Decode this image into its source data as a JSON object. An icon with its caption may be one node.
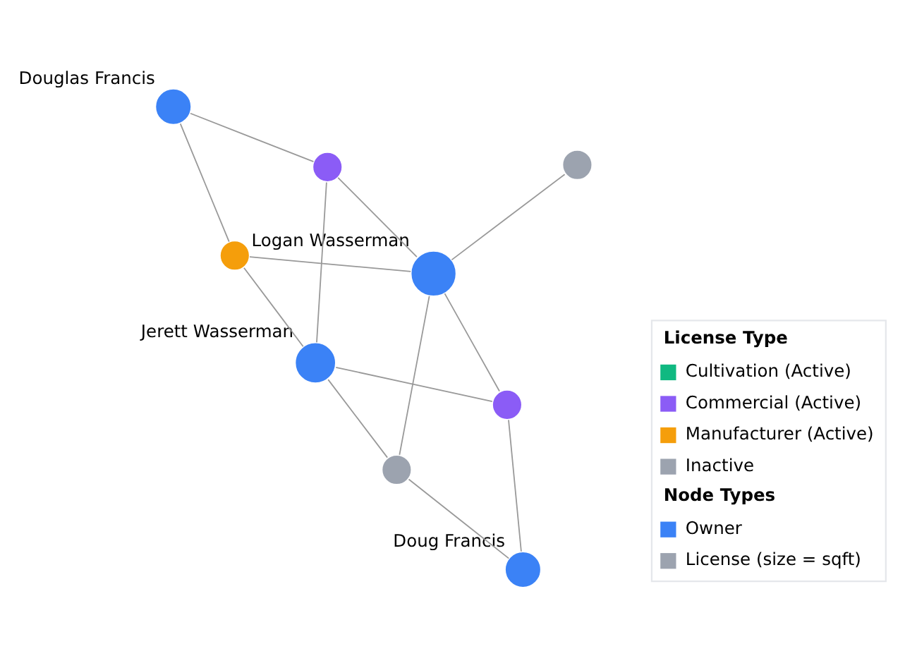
{
  "diagram": {
    "nodes": [
      {
        "text": [
          "Douglas Francis"
        ]
      },
      {
        "text": [],
        "shape": "circle"
      },
      {
        "text": [],
        "shape": "circle"
      },
      {
        "text": [
          "Logan Wasserman"
        ]
      },
      {
        "text": [],
        "shape": "circle"
      },
      {
        "text": [
          "Jerett Wasserman"
        ]
      },
      {
        "text": [],
        "shape": "circle"
      },
      {
        "text": [],
        "shape": "circle"
      },
      {
        "text": [
          "Doug Francis"
        ]
      }
    ],
    "edges": [
      {
        "from": 0,
        "to": 1,
        "arrow": "none"
      },
      {
        "from": 0,
        "to": 2,
        "arrow": "none"
      },
      {
        "from": 1,
        "to": 3,
        "arrow": "none"
      },
      {
        "from": 1,
        "to": 5,
        "arrow": "none"
      },
      {
        "from": 2,
        "to": 3,
        "arrow": "none"
      },
      {
        "from": 2,
        "to": 5,
        "arrow": "none"
      },
      {
        "from": 3,
        "to": 4,
        "arrow": "none"
      },
      {
        "from": 3,
        "to": 6,
        "arrow": "none"
      },
      {
        "from": 3,
        "to": 7,
        "arrow": "none"
      },
      {
        "from": 5,
        "to": 6,
        "arrow": "none"
      },
      {
        "from": 5,
        "to": 7,
        "arrow": "none"
      },
      {
        "from": 6,
        "to": 8,
        "arrow": "none"
      },
      {
        "from": 7,
        "to": 8,
        "arrow": "none"
      }
    ],
    "labels": [
      "License Type",
      "Node Types"
    ],
    "legend": [
      {
        "text": "Cultivation (Active)",
        "color": "#10b981"
      },
      {
        "text": "Commercial (Active)",
        "color": "#8b5cf6"
      },
      {
        "text": "Manufacturer (Active)",
        "color": "#f59e0b"
      },
      {
        "text": "Inactive",
        "color": "#9ca3af"
      },
      {
        "text": "Owner",
        "color": "#3b82f6"
      },
      {
        "text": "License (size = sqft)",
        "color": "#9ca3af"
      }
    ]
  }
}
